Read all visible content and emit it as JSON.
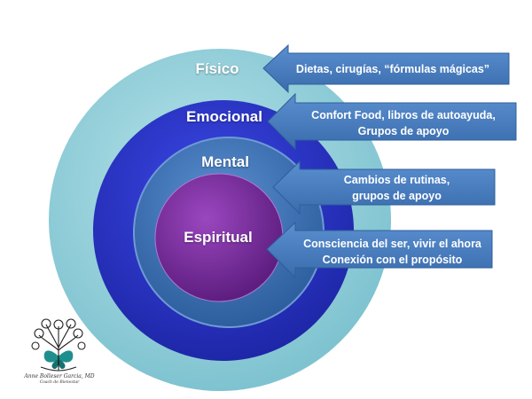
{
  "diagram": {
    "layers": [
      {
        "name": "Físico",
        "color": "#8fd0dc",
        "description": "Dietas, cirugías, “fórmulas mágicas”"
      },
      {
        "name": "Emocional",
        "color": "#2b35c9",
        "description_lines": [
          "Confort Food, libros de autoayuda,",
          "Grupos de apoyo"
        ]
      },
      {
        "name": "Mental",
        "color": "#3c73b8",
        "description_lines": [
          "Cambios de rutinas,",
          "grupos de apoyo"
        ]
      },
      {
        "name": "Espiritual",
        "color": "#7a2d9c",
        "description_lines": [
          "Consciencia del ser, vivir el ahora",
          "Conexión con el propósito"
        ]
      }
    ],
    "arrow_color": "#4a7fc1",
    "logo": {
      "text": "Anne Bolleser Garcia, MD",
      "subtitle": "Coach de Bienestar",
      "icon": "butterfly-tree-icon"
    }
  }
}
